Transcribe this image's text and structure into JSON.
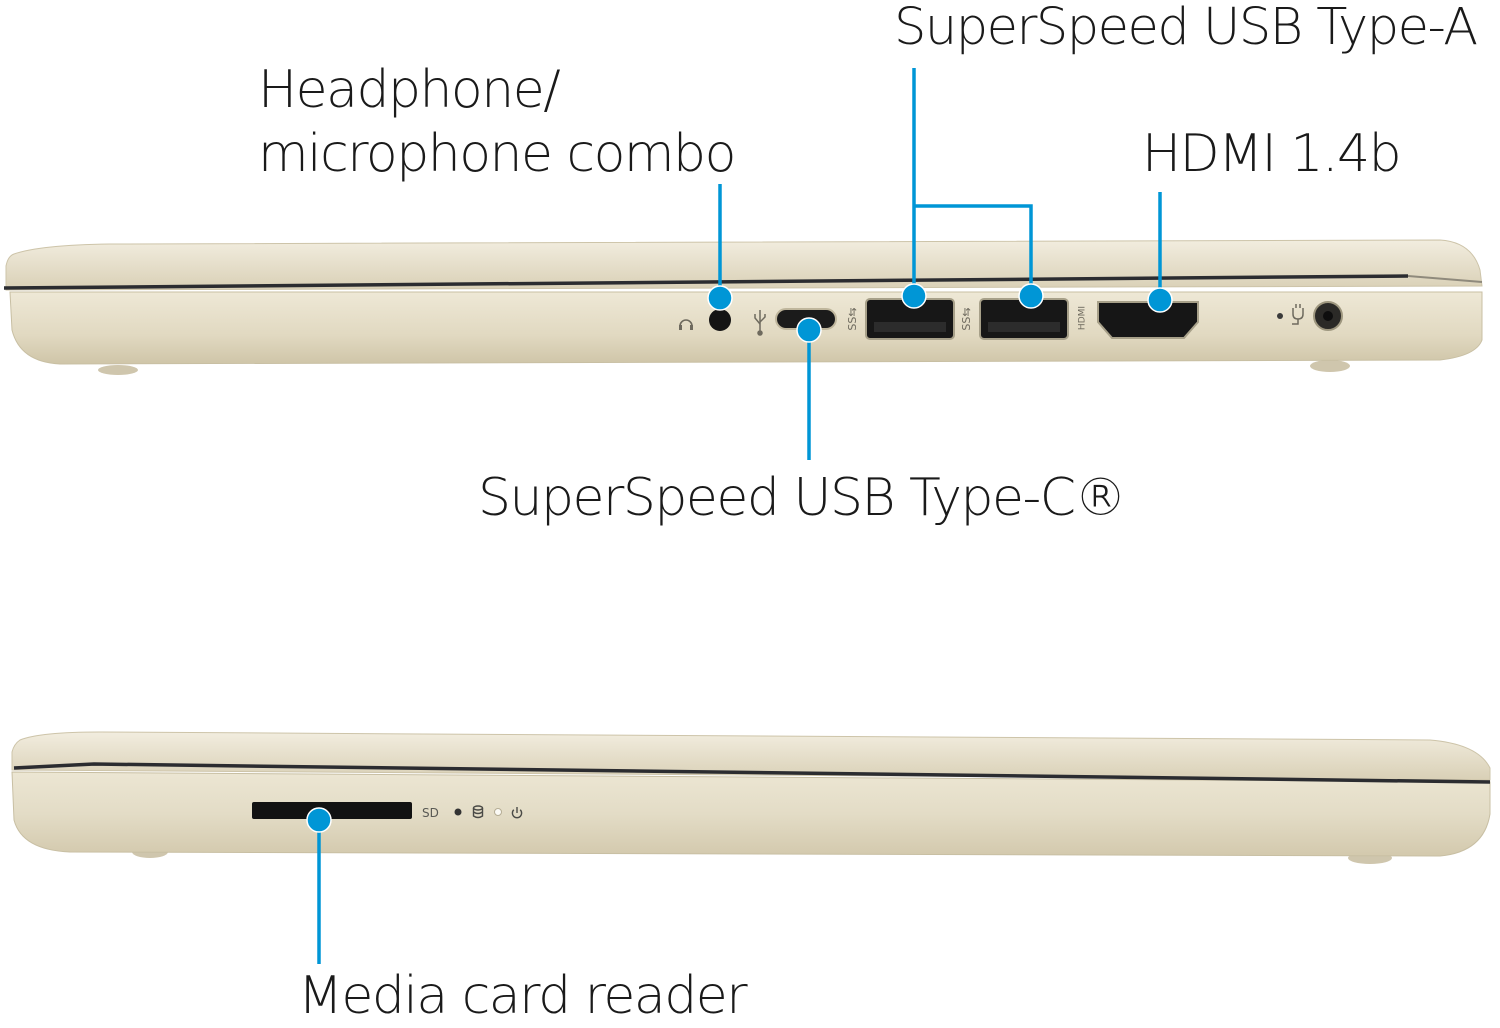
{
  "labels": {
    "headphone_line1": "Headphone/",
    "headphone_line2": "microphone combo",
    "usb_type_a": "SuperSpeed USB Type-A",
    "hdmi": "HDMI 1.4b",
    "usb_type_c": "SuperSpeed USB Type-C®",
    "media_card_reader": "Media card reader"
  },
  "port_text": {
    "sd": "SD"
  },
  "colors": {
    "callout_line": "#0096d6",
    "callout_dot": "#0096d6",
    "chassis": "#ddd5bd",
    "port_black": "#1c1c1c"
  },
  "icons": {
    "headphone": "headphone-icon",
    "usb": "usb-icon",
    "superspeed": "superspeed-icon",
    "hdmi": "hdmi-icon",
    "power_plug": "power-plug-icon",
    "storage": "storage-activity-icon",
    "power": "power-icon"
  }
}
